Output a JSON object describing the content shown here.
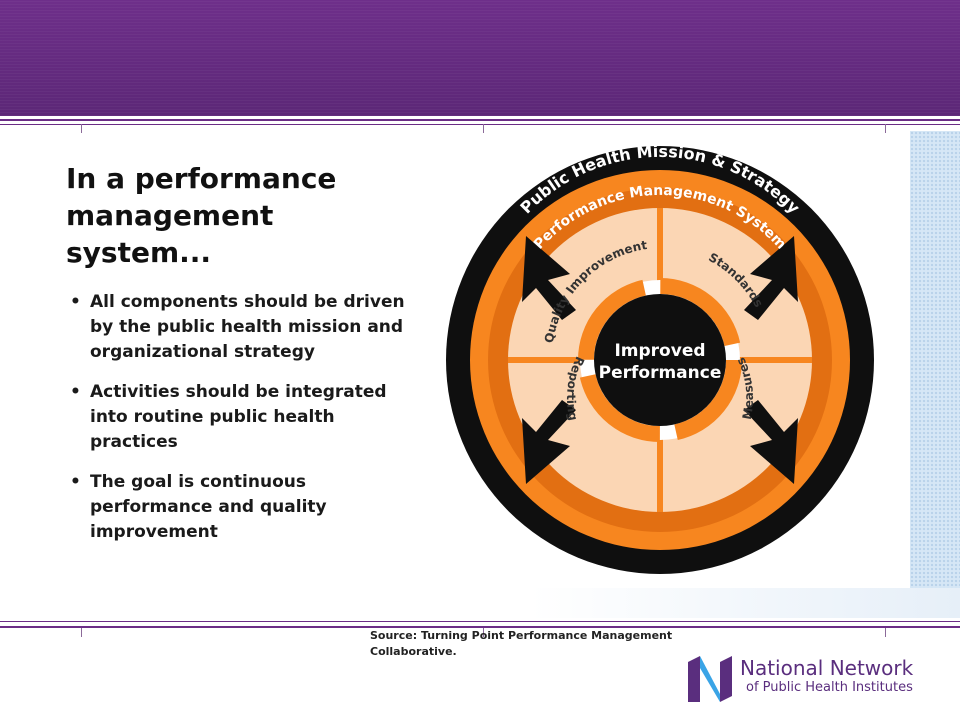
{
  "slide": {
    "title": "In a performance management system...",
    "bullets": [
      "All components should be driven by the public health mission and organizational strategy",
      "Activities should be integrated into routine public health practices",
      "The goal is continuous performance and quality improvement"
    ],
    "source": "Source:  Turning Point Performance Management Collaborative."
  },
  "diagram": {
    "outer_ring": "Public Health Mission & Strategy",
    "middle_ring": "Performance Management System",
    "quadrants": [
      "Quality Improvement",
      "Standards",
      "Measures",
      "Reporting"
    ],
    "center_line1": "Improved",
    "center_line2": "Performance"
  },
  "logo": {
    "line1": "National Network",
    "line2": "of Public Health Institutes"
  },
  "colors": {
    "header_purple": "#5c2777",
    "orange": "#f7861f",
    "quadrant_fill": "#fbd6b4",
    "ring_black": "#0f0f0f",
    "logo_purple": "#5a2e7e",
    "logo_blue": "#3aa4e6"
  }
}
